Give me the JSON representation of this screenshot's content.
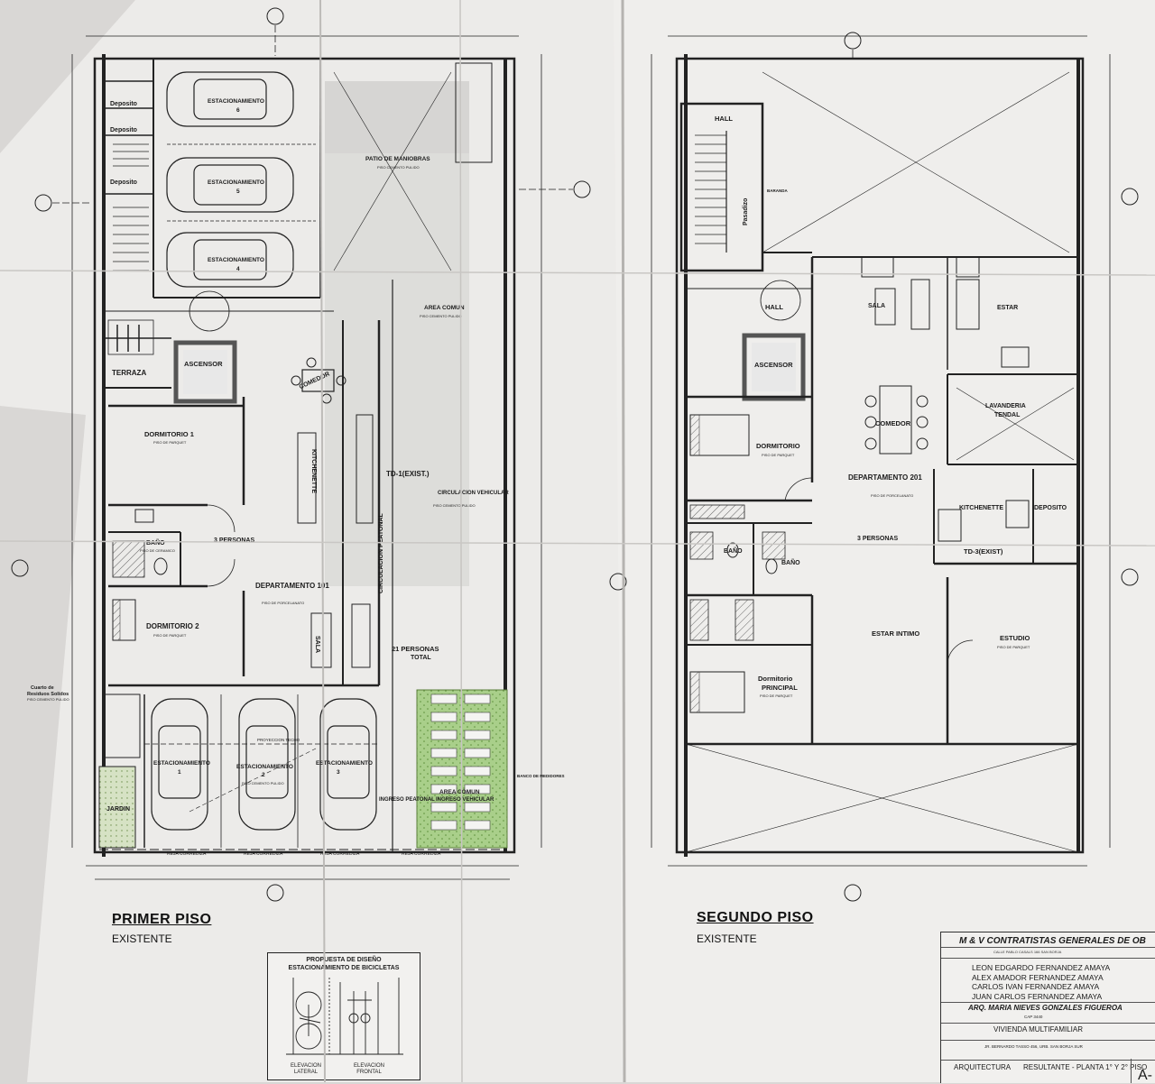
{
  "first_floor": {
    "title": "PRIMER PISO",
    "subtitle": "EXISTENTE",
    "rooms": {
      "deposito1": "Deposito",
      "deposito2": "Deposito",
      "deposito3": "Deposito",
      "estac6": "ESTACIONAMIENTO",
      "estac6_num": "6",
      "estac5": "ESTACIONAMIENTO",
      "estac5_num": "5",
      "estac4": "ESTACIONAMIENTO",
      "estac4_num": "4",
      "patio": "PATIO DE MANIOBRAS",
      "patio_floor": "PISO CEMENTO PULIDO",
      "area_comun": "AREA COMUN",
      "area_comun_floor": "PISO CEMENTO PULIDO",
      "terraza": "TERRAZA",
      "ascensor": "ASCENSOR",
      "comedor": "COMEDOR",
      "dormitorio1": "DORMITORIO 1",
      "dormitorio1_floor": "PISO DE PARQUET",
      "kitchenette": "KITCHENETTE",
      "td1": "TD-1(EXIST.)",
      "circ_peatonal": "CIRCULACION PEATONAL",
      "circ_vehicular": "CIRCULACION VEHICULAR",
      "circ_vehicular_floor": "PISO CEMENTO PULIDO",
      "bano": "BAÑO",
      "bano_floor": "PISO DE CERAMICO",
      "personas3": "3 PERSONAS",
      "departamento": "DEPARTAMENTO 101",
      "departamento_floor": "PISO DE PORCELANATO",
      "dormitorio2": "DORMITORIO 2",
      "dormitorio2_floor": "PISO DE PARQUET",
      "sala": "SALA",
      "personas21": "21 PERSONAS",
      "total": "TOTAL",
      "residuos1": "Cuarto de",
      "residuos2": "Residuos Solidos",
      "residuos_floor": "PISO CEMENTO PULIDO",
      "e1": "ESTACIONAMIENTO",
      "e1_num": "1",
      "e2": "ESTACIONAMIENTO",
      "e2_num": "2",
      "e3": "ESTACIONAMIENTO",
      "e3_num": "3",
      "proyeccion": "PROYECCION TECHO",
      "e2_floor": "PISO CEMENTO PULIDO",
      "jardin": "JARDIN",
      "ingreso_peatonal": "INGRESO PEATONAL",
      "area_comun2": "AREA COMUN",
      "ingreso_vehicular": "INGRESO VEHICULAR",
      "banco": "BANCO DE MEDIDORES",
      "reja1": "REJA CORREDIZA",
      "reja2": "REJA CORREDIZA",
      "reja3": "REJA CORREDIZA",
      "reja4": "REJA CORREDIZA"
    }
  },
  "second_floor": {
    "title": "SEGUNDO PISO",
    "subtitle": "EXISTENTE",
    "rooms": {
      "hall1": "HALL",
      "pasadizo": "Pasadizo",
      "baranda": "BARANDA",
      "hall2": "HALL",
      "sala": "SALA",
      "estar": "ESTAR",
      "ascensor": "ASCENSOR",
      "comedor": "COMEDOR",
      "lavanderia": "LAVANDERIA",
      "tendal": "TENDAL",
      "dormitorio": "DORMITORIO",
      "dormitorio_floor": "PISO DE PARQUET",
      "departamento": "DEPARTAMENTO 201",
      "departamento_floor": "PISO DE PORCELANATO",
      "kitchenette": "KITCHENETTE",
      "deposito": "DEPOSITO",
      "personas3": "3 PERSONAS",
      "td3": "TD-3(EXIST)",
      "bano1": "BAÑO",
      "bano2": "BAÑO",
      "estar_intimo": "ESTAR INTIMO",
      "estudio": "ESTUDIO",
      "estudio_floor": "PISO DE PARQUET",
      "dorm_principal1": "Dormitorio",
      "dorm_principal2": "PRINCIPAL",
      "dorm_principal_floor": "PISO DE PARQUET"
    }
  },
  "bike": {
    "title1": "PROPUESTA DE DISEÑO",
    "title2": "ESTACIONAMIENTO DE BICICLETAS",
    "cap1": "ELEVACION LATERAL",
    "cap2": "ELEVACION FRONTAL"
  },
  "title_block": {
    "company": "M & V CONTRATISTAS GENERALES DE OB",
    "address": "CALLE PABLO CASALS 166 SAN BORJA",
    "owners": [
      "LEON EDGARDO FERNANDEZ AMAYA",
      "ALEX AMADOR FERNANDEZ AMAYA",
      "CARLOS IVAN FERNANDEZ AMAYA",
      "JUAN CARLOS FERNANDEZ AMAYA"
    ],
    "professional": "ARQ. MARIA NIEVES GONZALES FIGUEROA",
    "cap": "CAP 3440",
    "project": "VIVIENDA MULTIFAMILIAR",
    "location": "JR. BERNARDO TASSO 456, URB. SAN BORJA SUR",
    "specialty": "ARQUITECTURA",
    "plane": "RESULTANTE - PLANTA 1° Y 2° PISO",
    "code": "A-"
  }
}
